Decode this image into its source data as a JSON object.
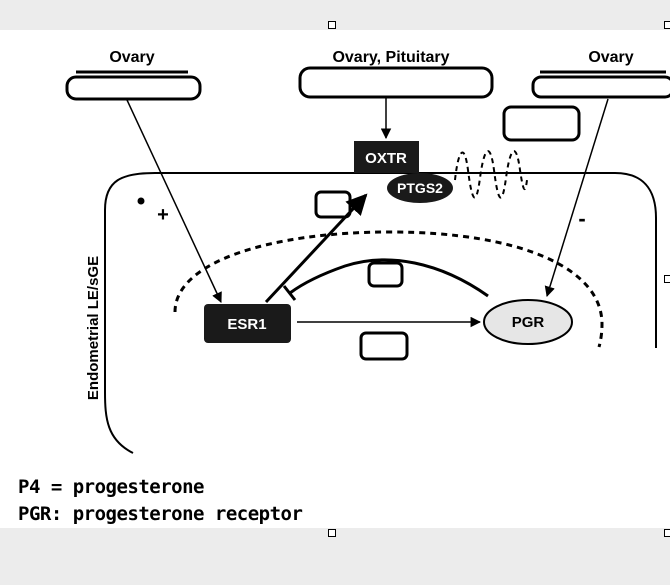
{
  "labels": {
    "source_left": "Ovary",
    "source_center": "Ovary, Pituitary",
    "source_right": "Ovary",
    "receptor_top": "OXTR",
    "enzyme": "PTGS2",
    "node_left": "ESR1",
    "node_right": "PGR",
    "cell_label": "Endometrial LE/sGE",
    "plus_sign": "+",
    "minus_sign": "-"
  },
  "legend": [
    "P4 = progesterone",
    "PGR: progesterone receptor"
  ],
  "colors": {
    "dark_node": "#1a1a1a",
    "light_node": "#e6e6e6",
    "page_background": "#ececec",
    "canvas_background": "#ffffff"
  }
}
